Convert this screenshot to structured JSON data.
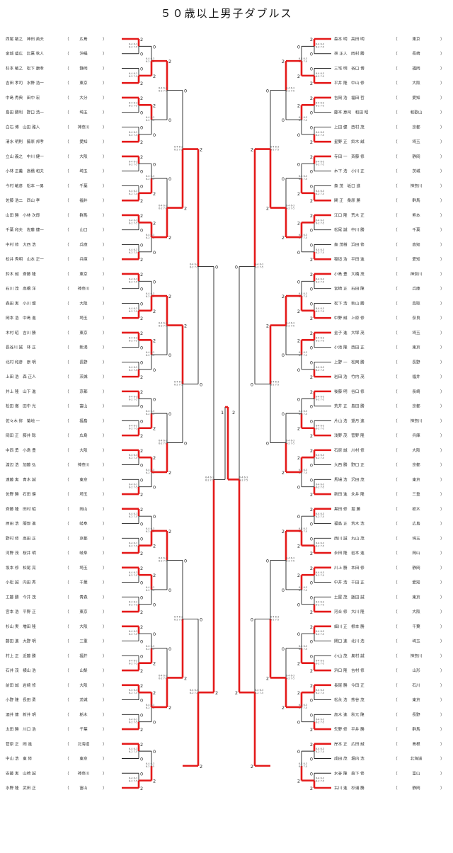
{
  "title": "５０歳以上男子ダブルス",
  "colors": {
    "win": "#e41a1a",
    "line": "#222222"
  },
  "left": {
    "prefs": [
      "広島",
      "沖縄",
      "静岡",
      "東京",
      "大分",
      "埼玉",
      "神奈川",
      "愛知",
      "大阪",
      "埼玉",
      "千葉",
      "福井",
      "群馬",
      "山口",
      "兵庫",
      "兵庫",
      "東京",
      "神奈川",
      "大阪",
      "埼玉",
      "東京",
      "新潟",
      "長野",
      "茨城",
      "京都",
      "富山",
      "福島",
      "広島",
      "大阪",
      "神奈川",
      "東京",
      "埼玉",
      "岡山",
      "岐阜",
      "京都",
      "岐阜",
      "埼玉",
      "千葉",
      "青森",
      "東京",
      "大阪",
      "三重",
      "福井",
      "山梨",
      "大阪",
      "茨城",
      "栃木",
      "千葉",
      "北海道",
      "東京",
      "神奈川",
      "富山"
    ],
    "names": [
      [
        "西尾 敏之",
        "神田 英夫"
      ],
      [
        "金城 盛広",
        "比嘉 秋人"
      ],
      [
        "杉本 敏之",
        "松下 康孝"
      ],
      [
        "吉田 孝司",
        "水野 浩一"
      ],
      [
        "中島 秀典",
        "田中 宏"
      ],
      [
        "島田 勝利",
        "野口 浩一"
      ],
      [
        "白石 博",
        "山田 雅人"
      ],
      [
        "清水 明則",
        "藤原 邦孝"
      ],
      [
        "立山 義之",
        "中川 健一"
      ],
      [
        "小林 正義",
        "高橋 和夫"
      ],
      [
        "今村 敏彦",
        "松本 一男"
      ],
      [
        "佐藤 浩二",
        "西山 孝"
      ],
      [
        "山田 勝",
        "小林 次郎"
      ],
      [
        "千葉 和夫",
        "佐藤 健一"
      ],
      [
        "中村 修",
        "大西 浩"
      ],
      [
        "松井 秀明",
        "山本 正一"
      ],
      [
        "鈴木 誠",
        "斎藤 隆"
      ],
      [
        "石川 茂",
        "高橋 洋"
      ],
      [
        "森田 実",
        "小川 健"
      ],
      [
        "岡本 浩",
        "中島 進"
      ],
      [
        "木村 昭",
        "吉川 勝"
      ],
      [
        "長谷川 誠",
        "林 正"
      ],
      [
        "北村 和彦",
        "原 明"
      ],
      [
        "上田 浩",
        "森 正人"
      ],
      [
        "井上 隆",
        "山下 進"
      ],
      [
        "松田 徹",
        "田中 光"
      ],
      [
        "佐々木 修",
        "菊地 一"
      ],
      [
        "岡田 正",
        "藤井 聡"
      ],
      [
        "中西 勇",
        "小島 豊"
      ],
      [
        "渡辺 浩",
        "加藤 弘"
      ],
      [
        "遠藤 実",
        "青木 誠"
      ],
      [
        "佐野 勝",
        "石田 健"
      ],
      [
        "斉藤 隆",
        "田村 昭"
      ],
      [
        "原田 浩",
        "服部 進"
      ],
      [
        "野村 修",
        "高田 正"
      ],
      [
        "河野 茂",
        "桜井 明"
      ],
      [
        "坂本 修",
        "松尾 亮"
      ],
      [
        "小松 誠",
        "内田 秀"
      ],
      [
        "工藤 勝",
        "今井 茂"
      ],
      [
        "宮本 浩",
        "平野 正"
      ],
      [
        "杉山 実",
        "増田 隆"
      ],
      [
        "藤田 進",
        "大野 明"
      ],
      [
        "村上 正",
        "近藤 勝"
      ],
      [
        "石井 茂",
        "横山 浩"
      ],
      [
        "前田 誠",
        "岩崎 修"
      ],
      [
        "小野 隆",
        "長田 勇"
      ],
      [
        "酒井 健",
        "新井 明"
      ],
      [
        "太田 勝",
        "川口 浩"
      ],
      [
        "菅原 正",
        "岡 進"
      ],
      [
        "中山 浩",
        "東 修"
      ],
      [
        "安藤 実",
        "山崎 誠"
      ],
      [
        "水野 隆",
        "武田 正"
      ]
    ]
  },
  "right": {
    "prefs": [
      "東京",
      "長崎",
      "福岡",
      "大阪",
      "愛知",
      "和歌山",
      "京都",
      "埼玉",
      "静岡",
      "茨城",
      "神奈川",
      "群馬",
      "熊本",
      "千葉",
      "高知",
      "愛知",
      "神奈川",
      "兵庫",
      "鳥取",
      "奈良",
      "埼玉",
      "東京",
      "長野",
      "福井",
      "長崎",
      "京都",
      "神奈川",
      "兵庫",
      "大阪",
      "京都",
      "東京",
      "三重",
      "栃木",
      "広島",
      "埼玉",
      "岡山",
      "静岡",
      "愛知",
      "東京",
      "大阪",
      "千葉",
      "埼玉",
      "神奈川",
      "山形",
      "石川",
      "東京",
      "長野",
      "群馬",
      "島根",
      "北海道",
      "富山",
      "静岡"
    ],
    "names": [
      [
        "森本 明",
        "高田 明"
      ],
      [
        "林 正人",
        "岡村 勝"
      ],
      [
        "三宅 明",
        "谷口 博"
      ],
      [
        "平井 隆",
        "中山 修"
      ],
      [
        "吉岡 浩",
        "福田 哲"
      ],
      [
        "藤本 恵司",
        "和田 昭"
      ],
      [
        "上田 健",
        "西村 茂"
      ],
      [
        "星野 正",
        "鈴木 誠"
      ],
      [
        "寺田 一",
        "斉藤 修"
      ],
      [
        "木下 浩",
        "小川 正"
      ],
      [
        "森 茂",
        "坂口 進"
      ],
      [
        "関 正",
        "桑原 勝"
      ],
      [
        "江口 隆",
        "荒木 正"
      ],
      [
        "松尾 誠",
        "中川 勝"
      ],
      [
        "森 茂樹",
        "浜田 修"
      ],
      [
        "稲垣 浩",
        "平田 進"
      ],
      [
        "小島 豊",
        "大橋 茂"
      ],
      [
        "宮崎 正",
        "石田 隆"
      ],
      [
        "松下 浩",
        "秋山 勝"
      ],
      [
        "中野 誠",
        "上原 修"
      ],
      [
        "金子 進",
        "大塚 茂"
      ],
      [
        "小池 隆",
        "西田 正"
      ],
      [
        "上野 一",
        "松岡 勝"
      ],
      [
        "岩田 浩",
        "竹内 茂"
      ],
      [
        "後藤 明",
        "谷口 修"
      ],
      [
        "荒井 正",
        "島田 勝"
      ],
      [
        "片山 浩",
        "望月 進"
      ],
      [
        "浅野 茂",
        "菅野 隆"
      ],
      [
        "石原 誠",
        "川村 修"
      ],
      [
        "大西 勝",
        "野口 正"
      ],
      [
        "馬場 浩",
        "沢田 茂"
      ],
      [
        "新田 進",
        "永井 隆"
      ],
      [
        "黒田 修",
        "堀 勝"
      ],
      [
        "福島 正",
        "荒木 浩"
      ],
      [
        "西川 誠",
        "丸山 茂"
      ],
      [
        "永田 隆",
        "岩本 進"
      ],
      [
        "川上 勝",
        "本田 修"
      ],
      [
        "中井 浩",
        "千田 正"
      ],
      [
        "土屋 茂",
        "飯田 誠"
      ],
      [
        "河合 修",
        "大川 隆"
      ],
      [
        "細川 正",
        "根本 勝"
      ],
      [
        "関口 進",
        "北川 浩"
      ],
      [
        "小山 茂",
        "奥村 誠"
      ],
      [
        "浜口 隆",
        "吉村 修"
      ],
      [
        "長尾 勝",
        "今田 正"
      ],
      [
        "松永 浩",
        "熊谷 茂"
      ],
      [
        "高木 進",
        "秋元 隆"
      ],
      [
        "矢野 修",
        "平井 勝"
      ],
      [
        "岸本 正",
        "広田 誠"
      ],
      [
        "成田 茂",
        "堀内 浩"
      ],
      [
        "水谷 隆",
        "森下 修"
      ],
      [
        "古川 進",
        "杉浦 勝"
      ]
    ]
  },
  "left_final_score": "1",
  "right_final_score": "2"
}
